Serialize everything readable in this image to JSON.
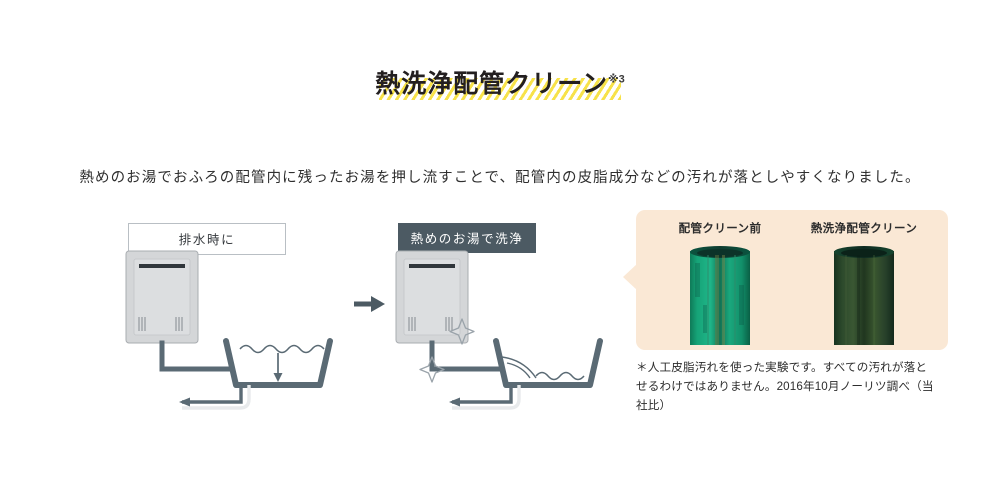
{
  "title": {
    "text": "熱洗浄配管クリーン",
    "footnote_mark": "※3",
    "highlight_color": "#f7e24a"
  },
  "lead": {
    "text": "熱めのお湯でおふろの配管内に残ったお湯を押し流すことで、配管内の皮脂成分などの汚れが落としやすくなりました。"
  },
  "diagram": {
    "steps": [
      {
        "label": "排水時に",
        "style": "light"
      },
      {
        "label": "熱めのお湯で洗浄",
        "style": "dark"
      }
    ],
    "arrow_icon": "arrow-right-icon",
    "sparkle_icon": "sparkle-icon",
    "colors": {
      "pipe": "#5a6a74",
      "unit_body": "#d4d6d8",
      "label_dark_bg": "#4c5a63"
    }
  },
  "result_panel": {
    "background": "#fae8d5",
    "columns": [
      {
        "label": "配管クリーン前",
        "photo": "pipe-before-photo",
        "tone": "#1b9e74"
      },
      {
        "label": "熱洗浄配管クリーン",
        "photo": "pipe-after-photo",
        "tone": "#2c4028"
      }
    ],
    "note": "＊人工皮脂汚れを使った実験です。すべての汚れが落とせるわけではありません。2016年10月ノーリツ調べ（当社比）"
  }
}
